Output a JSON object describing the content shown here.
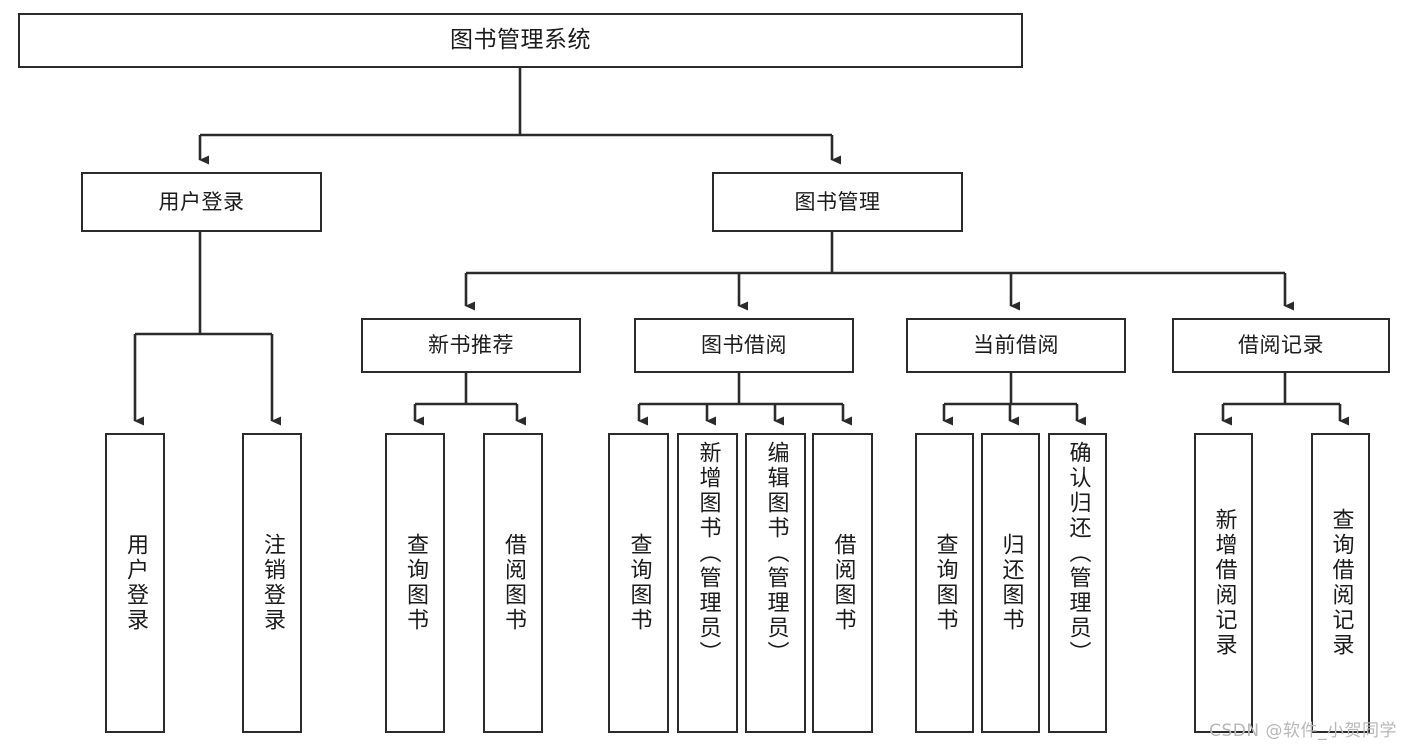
{
  "diagram": {
    "title": "图书管理系统",
    "type": "tree-hierarchy-diagram",
    "colors": {
      "box_border": "#2b2b2b",
      "box_fill": "#ffffff",
      "edge": "#2b2b2b",
      "text": "#1b1b1b",
      "watermark": "#b8b8b8",
      "background": "#ffffff"
    },
    "root": {
      "label": "图书管理系统"
    },
    "level2": [
      {
        "id": "user-login",
        "label": "用户登录"
      },
      {
        "id": "book-management",
        "label": "图书管理"
      }
    ],
    "level3": [
      {
        "id": "new-book-recommend",
        "label": "新书推荐"
      },
      {
        "id": "book-borrow",
        "label": "图书借阅"
      },
      {
        "id": "current-borrow",
        "label": "当前借阅"
      },
      {
        "id": "borrow-record",
        "label": "借阅记录"
      }
    ],
    "leaves": {
      "user_login": [
        {
          "id": "leaf-user-login",
          "label": "用户登录"
        },
        {
          "id": "leaf-user-logout",
          "label": "注销登录"
        }
      ],
      "new_book_recommend": [
        {
          "id": "leaf-query-book-1",
          "label": "查询图书"
        },
        {
          "id": "leaf-borrow-book-1",
          "label": "借阅图书"
        }
      ],
      "book_borrow": [
        {
          "id": "leaf-query-book-2",
          "label": "查询图书"
        },
        {
          "id": "leaf-add-book",
          "label": "新增图书（管理员）"
        },
        {
          "id": "leaf-edit-book",
          "label": "编辑图书（管理员）"
        },
        {
          "id": "leaf-borrow-book-2",
          "label": "借阅图书"
        }
      ],
      "current_borrow": [
        {
          "id": "leaf-query-book-3",
          "label": "查询图书"
        },
        {
          "id": "leaf-return-book",
          "label": "归还图书"
        },
        {
          "id": "leaf-confirm-return",
          "label": "确认归还（管理员）"
        }
      ],
      "borrow_record": [
        {
          "id": "leaf-add-borrow-record",
          "label": "新增借阅记录"
        },
        {
          "id": "leaf-query-borrow-record",
          "label": "查询借阅记录"
        }
      ]
    },
    "watermark": "CSDN @软件_小贺同学"
  }
}
